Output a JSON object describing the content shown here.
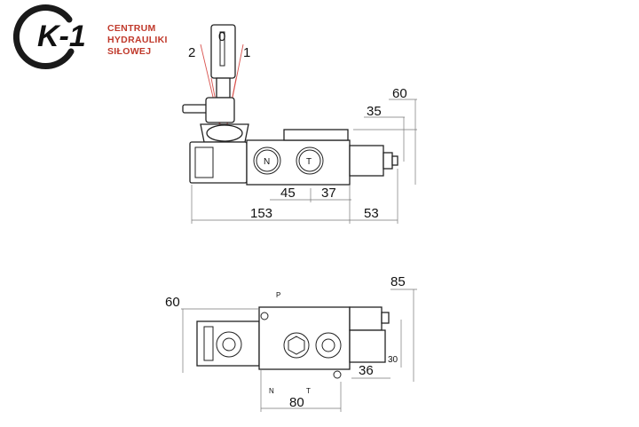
{
  "logo": {
    "mark": "K-1",
    "lines": [
      "CENTRUM",
      "HYDRAULIKI",
      "SIŁOWEJ"
    ],
    "color": "#c0392b"
  },
  "lever_positions": [
    "2",
    "0",
    "1"
  ],
  "side_view": {
    "ports": [
      "N",
      "T"
    ],
    "dimensions": [
      "60",
      "35",
      "45",
      "37",
      "153",
      "53"
    ]
  },
  "top_view": {
    "port_labels": [
      "P",
      "N",
      "T"
    ],
    "dimensions": [
      "85",
      "60",
      "30",
      "36",
      "80"
    ]
  }
}
